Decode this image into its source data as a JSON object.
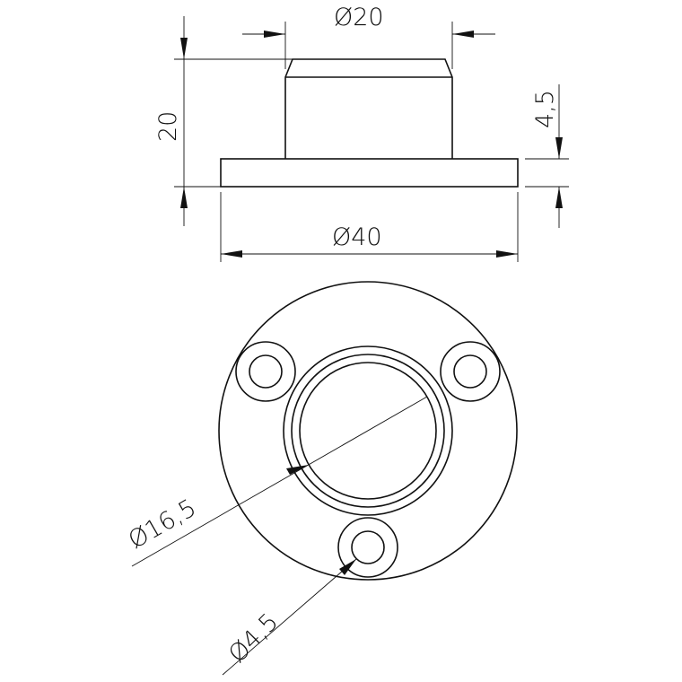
{
  "colors": {
    "line": "#111111",
    "background": "#ffffff"
  },
  "side_view": {
    "dim_top_diameter": "Ø20",
    "dim_height": "20",
    "dim_flange_thickness": "4,5",
    "dim_base_diameter": "Ø40"
  },
  "top_view": {
    "dim_bore_diameter": "Ø16,5",
    "dim_hole_diameter": "Ø4,5"
  }
}
